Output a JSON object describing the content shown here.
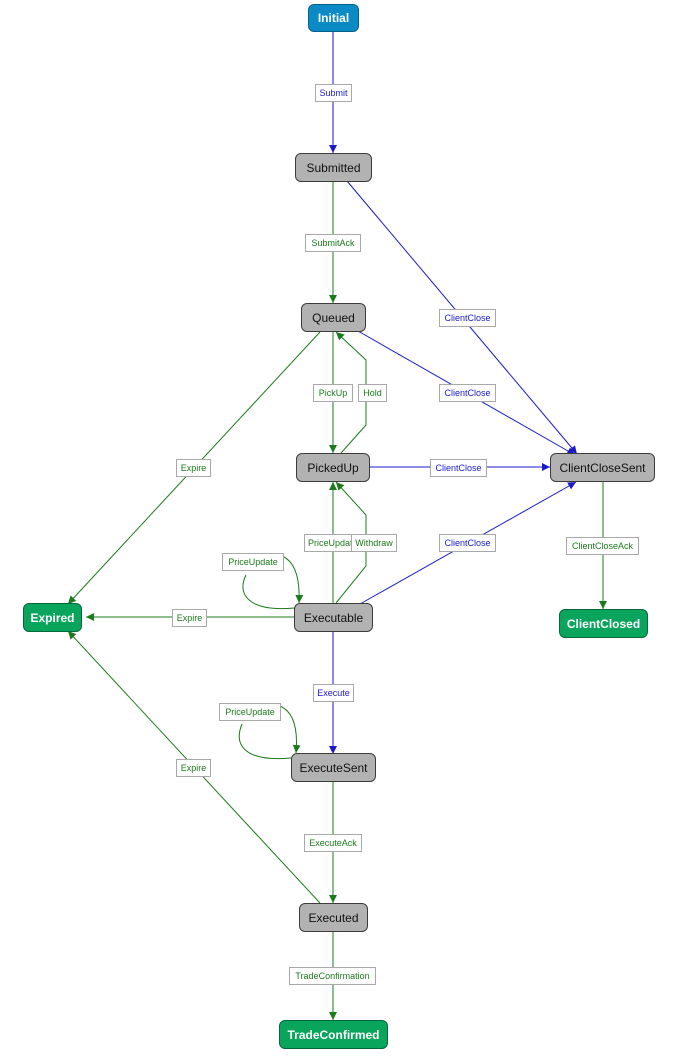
{
  "colors": {
    "blue_edge": "#1a1acc",
    "green_edge": "#1b7a1b",
    "gray_node": "#b2b2b2",
    "green_node": "#0aa55c",
    "blue_node": "#0b8bc6"
  },
  "nodes": {
    "initial": "Initial",
    "submitted": "Submitted",
    "queued": "Queued",
    "pickedup": "PickedUp",
    "clientclosesent": "ClientCloseSent",
    "expired": "Expired",
    "executable": "Executable",
    "clientclosed": "ClientClosed",
    "executesent": "ExecuteSent",
    "executed": "Executed",
    "tradeconfirmed": "TradeConfirmed"
  },
  "edges": {
    "submit": "Submit",
    "submitack": "SubmitAck",
    "clientclose_submitted": "ClientClose",
    "clientclose_queued": "ClientClose",
    "pickup": "PickUp",
    "hold": "Hold",
    "expire_queued": "Expire",
    "clientclose_pickedup": "ClientClose",
    "priceupdate_pickedup": "PriceUpdate",
    "withdraw": "Withdraw",
    "clientclose_executable": "ClientClose",
    "clientcloseack": "ClientCloseAck",
    "priceupdate_executable": "PriceUpdate",
    "expire_executable": "Expire",
    "execute": "Execute",
    "priceupdate_executesent": "PriceUpdate",
    "expire_executed": "Expire",
    "executeack": "ExecuteAck",
    "tradeconfirmation": "TradeConfirmation"
  }
}
